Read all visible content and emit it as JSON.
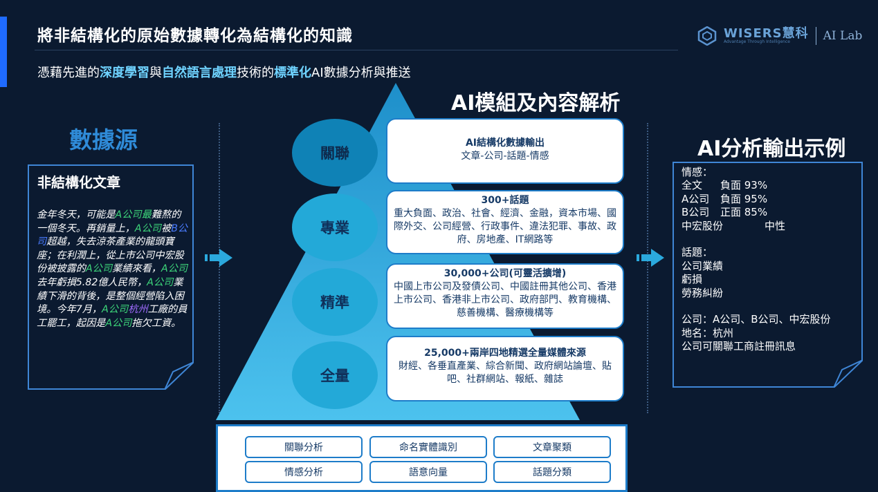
{
  "header": {
    "title": "將非結構化的原始數據轉化為結構化的知識",
    "subtitle": {
      "p1": "憑藉先進的",
      "h1": "深度學習",
      "p2": "與",
      "h2": "自然語言處理",
      "p3": "技術的",
      "h3": "標準化",
      "p4": "AI數據分析與推送"
    }
  },
  "logo": {
    "brand": "WISERS慧科",
    "tagline": "Advantage Through Intelligence",
    "lab": "AI Lab"
  },
  "source": {
    "heading": "數據源",
    "card_title": "非結構化文章",
    "text": [
      {
        "t": "金年冬天，可能是"
      },
      {
        "t": "A公司",
        "c": "g"
      },
      {
        "t": "最",
        "c": "g"
      },
      {
        "t": "難熬的一個冬天。再銷量上，"
      },
      {
        "t": "A公司",
        "c": "g"
      },
      {
        "t": "被"
      },
      {
        "t": "B公司",
        "c": "b"
      },
      {
        "t": "超越，失去涼茶產業的龍頭寶座；在利潤上，從上市公司中宏股份被披露的"
      },
      {
        "t": "A公司",
        "c": "g"
      },
      {
        "t": "業績來看，"
      },
      {
        "t": "A公司",
        "c": "g"
      },
      {
        "t": "去年虧損5.82億人民幣，"
      },
      {
        "t": "A公司",
        "c": "g"
      },
      {
        "t": "業績下滑的背後，是整個經營陷入困境。今年7月，"
      },
      {
        "t": "A公司",
        "c": "g"
      },
      {
        "t": "杭州",
        "c": "p"
      },
      {
        "t": "工廠的員工罷工，起因是"
      },
      {
        "t": "A公司",
        "c": "g"
      },
      {
        "t": "拖欠工資。"
      }
    ]
  },
  "model": {
    "heading": "AI模組及內容解析",
    "layers": [
      {
        "circle": "關聯",
        "title": "AI結構化數據輸出",
        "text": "文章-公司-話題-情感"
      },
      {
        "circle": "專業",
        "title": "300+話題",
        "text": "重大負面、政治、社會、經濟、金融，資本市場、國際外交、公司經營、行政事件、違法犯罪、事故、政府、房地產、IT網路等"
      },
      {
        "circle": "精準",
        "title": "30,000+公司(可靈活擴增)",
        "text": "中國上市公司及發債公司、中國註冊其他公司、香港上市公司、香港非上市公司、政府部門、教育機構、慈善機構、醫療機構等"
      },
      {
        "circle": "全量",
        "title": "25,000+兩岸四地精選全量媒體來源",
        "text": "財經、各垂直產業、綜合新聞、政府網站論壇、貼吧、社群網站、報紙、雜誌"
      }
    ],
    "capabilities": [
      "關聯分析",
      "命名實體識別",
      "文章聚類",
      "情感分析",
      "語意向量",
      "話題分類"
    ]
  },
  "output": {
    "heading": "AI分析輸出示例",
    "sentiment_label": "情感：",
    "sentiments": [
      {
        "entity": "全文",
        "value": "負面 93%"
      },
      {
        "entity": "A公司",
        "value": "負面 95%"
      },
      {
        "entity": "B公司",
        "value": "正面 85%"
      },
      {
        "entity": "中宏股份",
        "value": "中性"
      }
    ],
    "topics_label": "話題：",
    "topics": [
      "公司業績",
      "虧損",
      "勞務糾紛"
    ],
    "companies": "公司：A公司、B公司、中宏股份",
    "place": "地名：杭州",
    "registry": "公司可關聯工商註冊訊息"
  },
  "colors": {
    "background": "#0b1a30",
    "accent_blue": "#1f6bff",
    "highlight": "#6fd3ff",
    "pyramid": "#2ba9dd"
  }
}
